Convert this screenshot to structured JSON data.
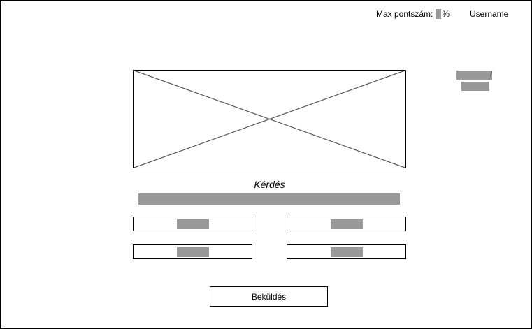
{
  "header": {
    "max_score_label": "Max pontszám:",
    "percent_sign": "%",
    "username": "Username"
  },
  "question": {
    "label": "Kérdés"
  },
  "timer": {
    "separator": "/"
  },
  "submit": {
    "label": "Beküldés"
  },
  "colors": {
    "placeholder_fill": "#999999",
    "border": "#000000",
    "background": "#ffffff"
  }
}
